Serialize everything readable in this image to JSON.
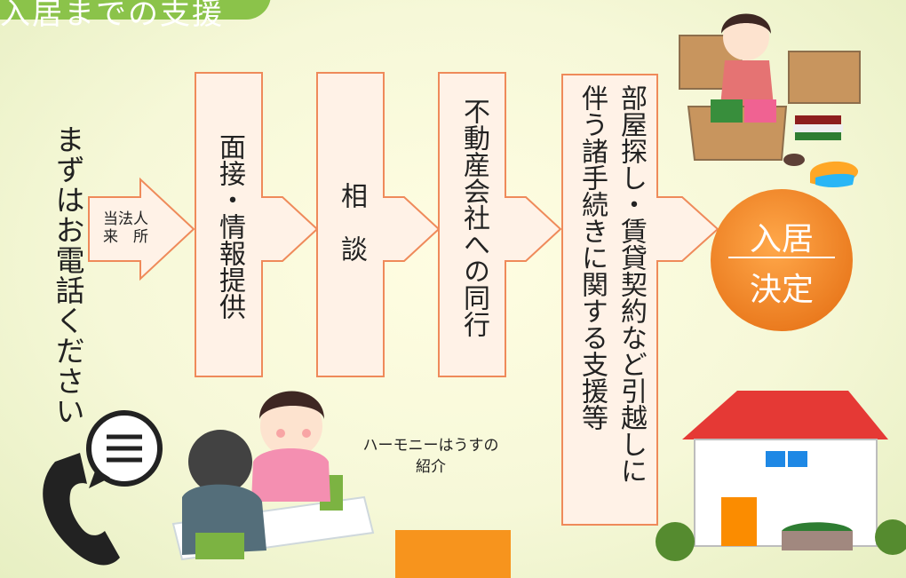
{
  "header": {
    "title": "入居までの支援"
  },
  "intro": {
    "text": "まずはお電話ください"
  },
  "visit_label": {
    "line1": "当法人",
    "line2": "来　所"
  },
  "steps": [
    {
      "label": "面接・情報提供"
    },
    {
      "label": "相　談"
    },
    {
      "label": "不動産会社への同行"
    },
    {
      "label": "部屋探し・賃貸契約など引越しに伴う諸手続きに関する支援等"
    }
  ],
  "goal": {
    "line1": "入居",
    "line2": "決定"
  },
  "caption": {
    "line1": "ハーモニーはうすの",
    "line2": "紹介"
  },
  "colors": {
    "accent": "#8bc34a",
    "arrow_stroke": "#ef8a5a",
    "arrow_fill": "#fff2e7",
    "goal": "#f28b2b"
  }
}
